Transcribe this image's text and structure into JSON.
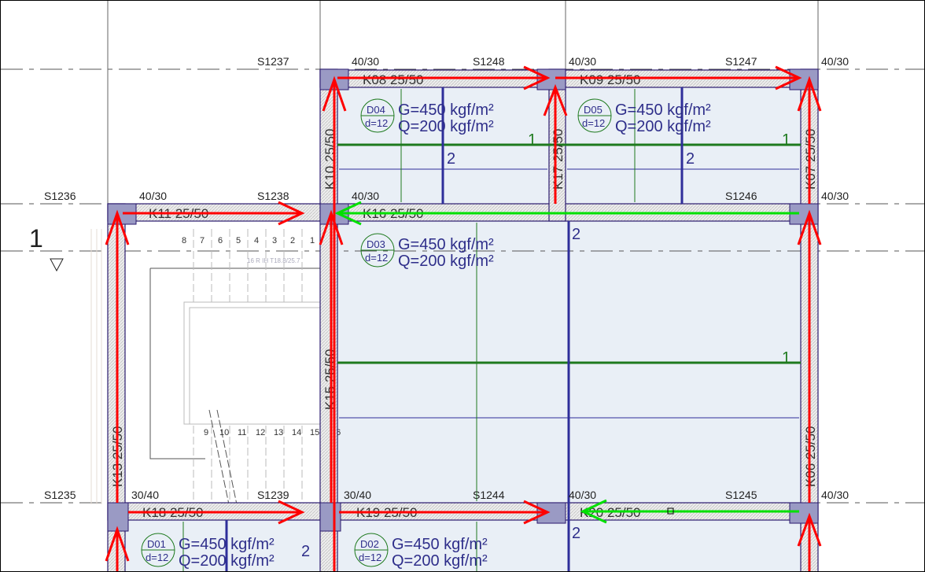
{
  "axis_label": "1",
  "stair_note": "16 R IH T18.8/25.7",
  "stair_steps_top": [
    "8",
    "7",
    "6",
    "5",
    "4",
    "3",
    "2",
    "1"
  ],
  "stair_steps_bottom": [
    "9",
    "10",
    "11",
    "12",
    "13",
    "14",
    "15",
    "16"
  ],
  "columns": [
    {
      "id": "S1237",
      "size": ""
    },
    {
      "id": "S1248",
      "size": "40/30"
    },
    {
      "id": "S1247",
      "size": "40/30"
    },
    {
      "id": "",
      "size": "40/30"
    },
    {
      "id": "S1236",
      "size": "40/30"
    },
    {
      "id": "S1238",
      "size": "40/30"
    },
    {
      "id": "S1246",
      "size": "40/30"
    },
    {
      "id": "S1235",
      "size": "30/40"
    },
    {
      "id": "S1239",
      "size": "30/40"
    },
    {
      "id": "S1244",
      "size": "40/30"
    },
    {
      "id": "S1245",
      "size": "40/30"
    }
  ],
  "beams": {
    "K08": "K08 25/50",
    "K09": "K09 25/50",
    "K11": "K11 25/50",
    "K16": "K16 25/50",
    "K10": "K10 25/50",
    "K17": "K17 25/50",
    "K07": "K07 25/50",
    "K13": "K13 25/50",
    "K15": "K15 25/50",
    "K06": "K06 25/50",
    "K18": "K18 25/50",
    "K19": "K19 25/50",
    "K20": "K20 25/50"
  },
  "slabs": [
    {
      "id": "D04",
      "d": "d=12",
      "g": "G=450 kgf/m²",
      "q": "Q=200 kgf/m²"
    },
    {
      "id": "D05",
      "d": "d=12",
      "g": "G=450 kgf/m²",
      "q": "Q=200 kgf/m²"
    },
    {
      "id": "D03",
      "d": "d=12",
      "g": "G=450 kgf/m²",
      "q": "Q=200 kgf/m²"
    },
    {
      "id": "D01",
      "d": "d=12",
      "g": "G=450 kgf/m²",
      "q": "Q=200 kgf/m²"
    },
    {
      "id": "D02",
      "d": "d=12",
      "g": "G=450 kgf/m²",
      "q": "Q=200 kgf/m²"
    }
  ],
  "direction_labels": {
    "one": "1",
    "two": "2"
  },
  "colors": {
    "slab": "#e9eff6",
    "column": "#9a9ac4",
    "outline": "#2a1a6e",
    "red": "#ff0000",
    "green": "#00e000",
    "rebar": "#1e7a1e",
    "span": "#2e2e9a"
  }
}
